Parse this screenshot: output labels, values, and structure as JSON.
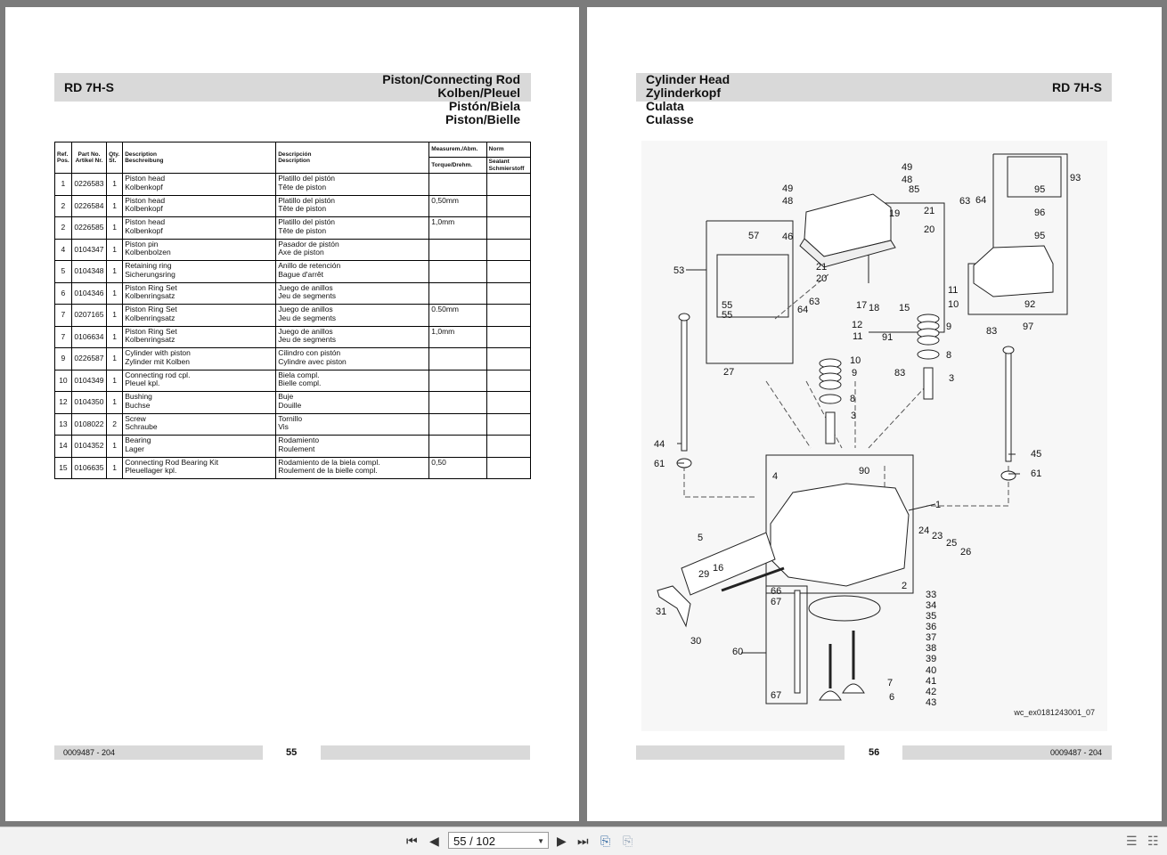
{
  "left_page": {
    "model": "RD 7H-S",
    "title_lines": [
      "Piston/Connecting Rod",
      "Kolben/Pleuel",
      "Pistón/Biela",
      "Piston/Bielle"
    ],
    "table_headers": {
      "ref": [
        "Ref.",
        "Pos."
      ],
      "part": [
        "Part No.",
        "Artikel Nr."
      ],
      "qty": [
        "Qty.",
        "St."
      ],
      "desc_en": [
        "Description",
        "Beschreibung"
      ],
      "desc_es": [
        "Descripción",
        "Description"
      ],
      "measure": "Measurem./Abm.",
      "torque": "Torque/Drehm.",
      "norm": "Norm",
      "sealant": [
        "Sealant",
        "Schmierstoff"
      ]
    },
    "rows": [
      {
        "ref": "1",
        "part": "0226583",
        "qty": "1",
        "d1": "Piston head",
        "d2": "Kolbenkopf",
        "s1": "Platillo del pistón",
        "s2": "Tête de piston",
        "m": ""
      },
      {
        "ref": "2",
        "part": "0226584",
        "qty": "1",
        "d1": "Piston head",
        "d2": "Kolbenkopf",
        "s1": "Platillo del pistón",
        "s2": "Tête de piston",
        "m": "0,50mm"
      },
      {
        "ref": "2",
        "part": "0226585",
        "qty": "1",
        "d1": "Piston head",
        "d2": "Kolbenkopf",
        "s1": "Platillo del pistón",
        "s2": "Tête de piston",
        "m": "1,0mm"
      },
      {
        "ref": "4",
        "part": "0104347",
        "qty": "1",
        "d1": "Piston pin",
        "d2": "Kolbenbolzen",
        "s1": "Pasador de pistón",
        "s2": "Axe de piston",
        "m": ""
      },
      {
        "ref": "5",
        "part": "0104348",
        "qty": "1",
        "d1": "Retaining ring",
        "d2": "Sicherungsring",
        "s1": "Anillo de retención",
        "s2": "Bague d'arrêt",
        "m": ""
      },
      {
        "ref": "6",
        "part": "0104346",
        "qty": "1",
        "d1": "Piston Ring Set",
        "d2": "Kolbenringsatz",
        "s1": "Juego de anillos",
        "s2": "Jeu de segments",
        "m": ""
      },
      {
        "ref": "7",
        "part": "0207165",
        "qty": "1",
        "d1": "Piston Ring Set",
        "d2": "Kolbenringsatz",
        "s1": "Juego de anillos",
        "s2": "Jeu de segments",
        "m": "0.50mm"
      },
      {
        "ref": "7",
        "part": "0106634",
        "qty": "1",
        "d1": "Piston Ring Set",
        "d2": "Kolbenringsatz",
        "s1": "Juego de anillos",
        "s2": "Jeu de segments",
        "m": "1,0mm"
      },
      {
        "ref": "9",
        "part": "0226587",
        "qty": "1",
        "d1": "Cylinder with piston",
        "d2": "Zylinder mit Kolben",
        "s1": "Cilindro con pistón",
        "s2": "Cylindre avec piston",
        "m": ""
      },
      {
        "ref": "10",
        "part": "0104349",
        "qty": "1",
        "d1": "Connecting rod cpl.",
        "d2": "Pleuel kpl.",
        "s1": "Biela compl.",
        "s2": "Bielle compl.",
        "m": ""
      },
      {
        "ref": "12",
        "part": "0104350",
        "qty": "1",
        "d1": "Bushing",
        "d2": "Buchse",
        "s1": "Buje",
        "s2": "Douille",
        "m": ""
      },
      {
        "ref": "13",
        "part": "0108022",
        "qty": "2",
        "d1": "Screw",
        "d2": "Schraube",
        "s1": "Tornillo",
        "s2": "Vis",
        "m": ""
      },
      {
        "ref": "14",
        "part": "0104352",
        "qty": "1",
        "d1": "Bearing",
        "d2": "Lager",
        "s1": "Rodamiento",
        "s2": "Roulement",
        "m": ""
      },
      {
        "ref": "15",
        "part": "0106635",
        "qty": "1",
        "d1": "Connecting Rod Bearing Kit",
        "d2": "Pleuellager kpl.",
        "s1": "Rodamiento de la biela compl.",
        "s2": "Roulement de la bielle compl.",
        "m": "0,50"
      }
    ],
    "doc_number": "0009487 - 204",
    "page_number": "55"
  },
  "right_page": {
    "title_lines": [
      "Cylinder Head",
      "Zylinderkopf",
      "Culata",
      "Culasse"
    ],
    "model": "RD 7H-S",
    "diagram_code": "wc_ex0181243001_07",
    "doc_number": "0009487 - 204",
    "page_number": "56",
    "callouts": {
      "c49a": "49",
      "c48a": "48",
      "c85": "85",
      "c49b": "49",
      "c48b": "48",
      "c93": "93",
      "c95a": "95",
      "c96": "96",
      "c95b": "95",
      "c19": "19",
      "c21a": "21",
      "c20a": "20",
      "c63a": "63",
      "c64a": "64",
      "c57": "57",
      "c46": "46",
      "c53": "53",
      "c21b": "21",
      "c20b": "20",
      "c55a": "55",
      "c55b": "55",
      "c63b": "63",
      "c64b": "64",
      "c17": "17",
      "c18": "18",
      "c15": "15",
      "c11a": "11",
      "c10a": "10",
      "c92": "92",
      "c97": "97",
      "c12": "12",
      "c11b": "11",
      "c91": "91",
      "c9a": "9",
      "c83a": "83",
      "c8a": "8",
      "c27": "27",
      "c10b": "10",
      "c9b": "9",
      "c83b": "83",
      "c3a": "3",
      "c8b": "8",
      "c3b": "3",
      "c44": "44",
      "c90": "90",
      "c45": "45",
      "c61a": "61",
      "c61b": "61",
      "c4": "4",
      "c1": "1",
      "c5": "5",
      "c24": "24",
      "c23": "23",
      "c25": "25",
      "c26": "26",
      "c29": "29",
      "c16": "16",
      "c2": "2",
      "c66": "66",
      "c67a": "67",
      "c33": "33",
      "c34": "34",
      "c35": "35",
      "c36": "36",
      "c37": "37",
      "c38": "38",
      "c39": "39",
      "c40": "40",
      "c41": "41",
      "c42": "42",
      "c43": "43",
      "c31": "31",
      "c30": "30",
      "c60": "60",
      "c7": "7",
      "c6": "6",
      "c67b": "67"
    }
  },
  "toolbar": {
    "page_indicator": "55 / 102",
    "icons": [
      "first-page-icon",
      "previous-page-icon",
      "next-page-icon",
      "last-page-icon",
      "go-back-view-icon",
      "go-forward-view-icon",
      "single-page-view-icon",
      "two-page-view-icon"
    ]
  }
}
